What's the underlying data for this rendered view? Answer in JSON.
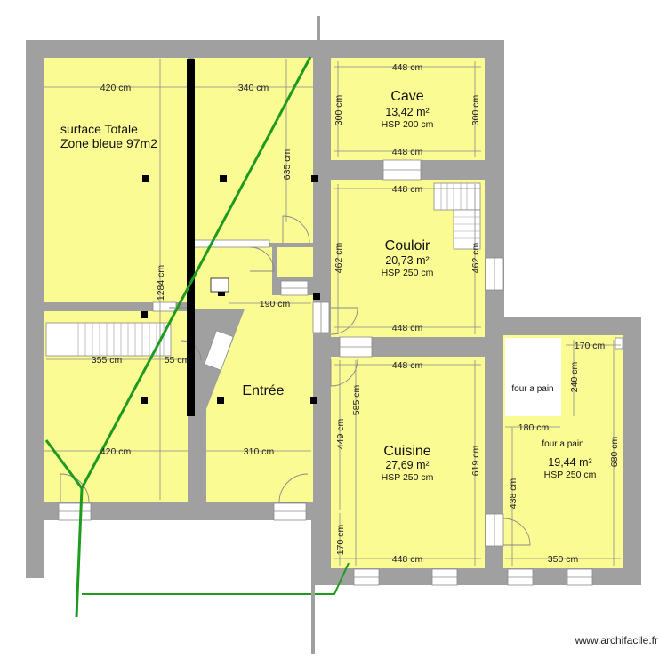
{
  "plan": {
    "rooms": {
      "cave": {
        "name": "Cave",
        "area": "13,42 m²",
        "hsp": "HSP 200 cm"
      },
      "couloir": {
        "name": "Couloir",
        "area": "20,73 m²",
        "hsp": "HSP 250 cm"
      },
      "cuisine": {
        "name": "Cuisine",
        "area": "27,69 m²",
        "hsp": "HSP 250 cm"
      },
      "entree": {
        "name": "Entrée"
      },
      "four": {
        "label": "four a pain",
        "area": "19,44 m²",
        "hsp": "HSP 250 cm"
      },
      "four_small": {
        "label": "four a pain"
      }
    },
    "note": {
      "line1": "surface Totale",
      "line2": "Zone bleue 97m2"
    },
    "dimensions": {
      "d420_top": "420 cm",
      "d340_top": "340 cm",
      "d448_cave_top": "448 cm",
      "d448_cave_bottom": "448 cm",
      "d300_cave_left": "300 cm",
      "d300_cave_right": "300 cm",
      "d635": "635 cm",
      "d1284": "1284 cm",
      "d448_couloir_top": "448 cm",
      "d462_left": "462 cm",
      "d462_right": "462 cm",
      "d448_couloir_bottom": "448 cm",
      "d190": "190 cm",
      "d355": "355 cm",
      "d55": "55 cm",
      "d448_cuisine_top": "448 cm",
      "d585": "585 cm",
      "d449": "449 cm",
      "d619": "619 cm",
      "d420_bottom": "420 cm",
      "d310": "310 cm",
      "d170_cuisine": "170 cm",
      "d448_cuisine_bottom": "448 cm",
      "d170_four": "170 cm",
      "d240": "240 cm",
      "d180": "180 cm",
      "d680": "680 cm",
      "d438": "438 cm",
      "d350": "350 cm"
    },
    "watermark": "www.archifacile.fr"
  },
  "colors": {
    "floor": "#fbfb94",
    "wall": "#a0a0a0",
    "green_line": "#1e9b1e",
    "black_wall": "#000000"
  }
}
